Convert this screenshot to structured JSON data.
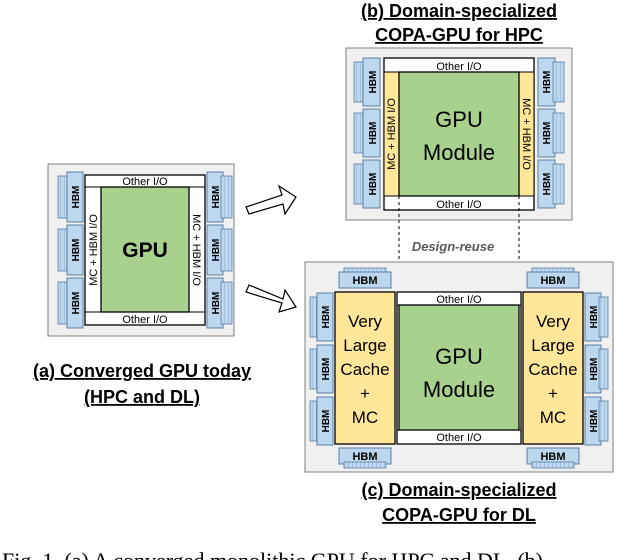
{
  "caption_a": [
    "(a) Converged GPU today",
    "(HPC and DL)"
  ],
  "caption_b": [
    "(b) Domain-specialized",
    "COPA-GPU for HPC"
  ],
  "caption_c": [
    "(c) Domain-specialized",
    "COPA-GPU for DL"
  ],
  "design_reuse": "Design-reuse",
  "gpu_label": "GPU",
  "gpu_module_label": [
    "GPU",
    "Module"
  ],
  "hbm": "HBM",
  "other_io": "Other I/O",
  "mc_hbm_io": "MC + HBM I/O",
  "cache_label": [
    "Very",
    "Large",
    "Cache",
    "+",
    "MC"
  ],
  "figure_caption_partial": "Fig. 1. (a) A converged monolithic GPU for HPC and DL. (b)",
  "colors": {
    "package": "#f0f0f0",
    "gpu": "#a9d18e",
    "hbm": "#bdd7ee",
    "cache": "#ffe699",
    "frame": "#ffffff",
    "stroke": "#000000"
  }
}
